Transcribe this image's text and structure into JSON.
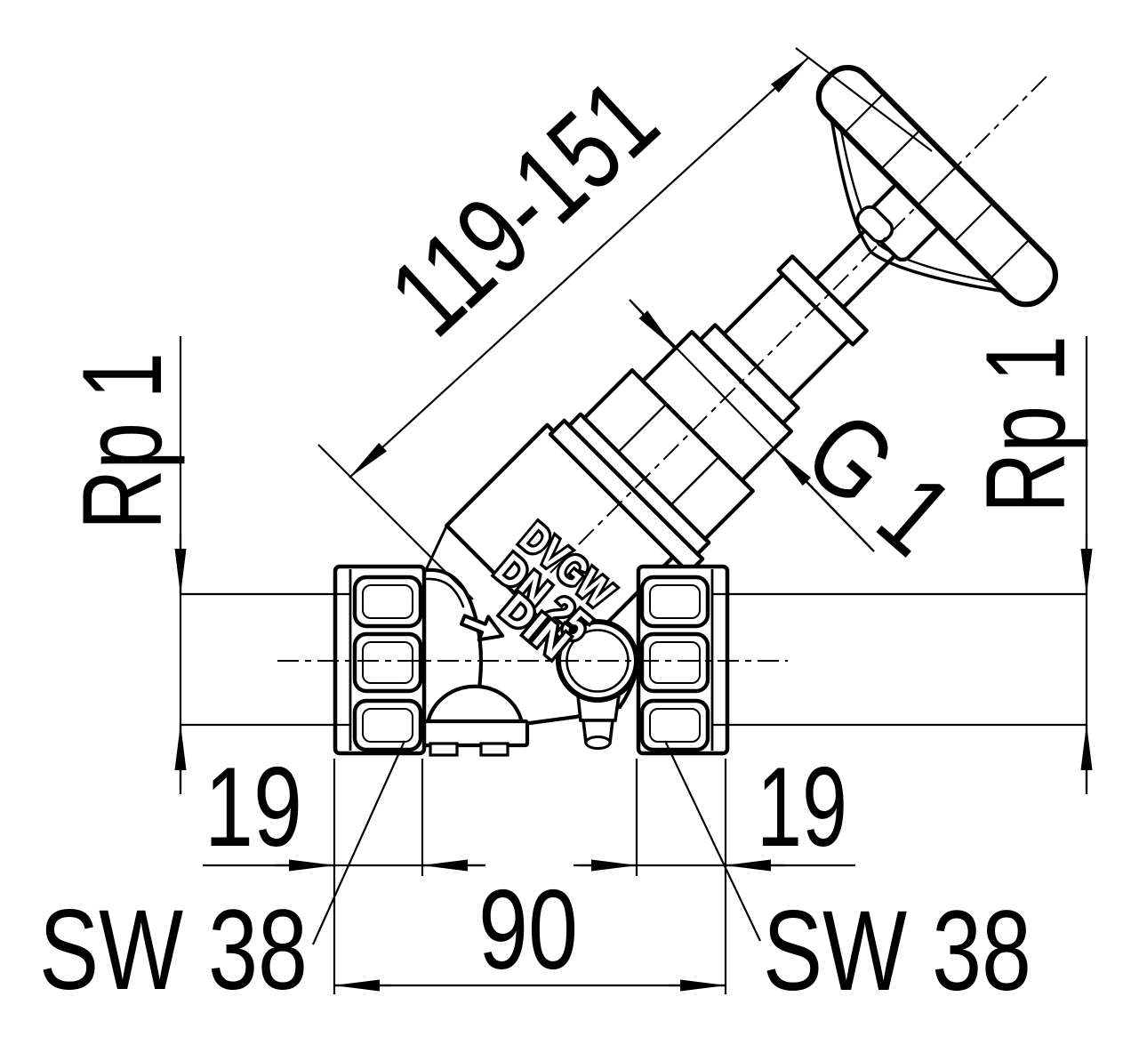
{
  "drawing": {
    "title": "valve-dimension-drawing",
    "background_color": "#ffffff",
    "line_color": "#000000",
    "dimensions": {
      "stem_height_range": "119-151",
      "thread_left": "Rp 1",
      "thread_right": "Rp 1",
      "bonnet_thread": "G 1",
      "port_depth_left": "19",
      "port_depth_right": "19",
      "face_to_face": "90",
      "wrench_size_left": "SW 38",
      "wrench_size_right": "SW 38"
    },
    "body_markings": {
      "line1": "DVGW",
      "line2": "DN 25",
      "line3": "DIN",
      "flow_arrow": "right-block-arrow"
    }
  }
}
